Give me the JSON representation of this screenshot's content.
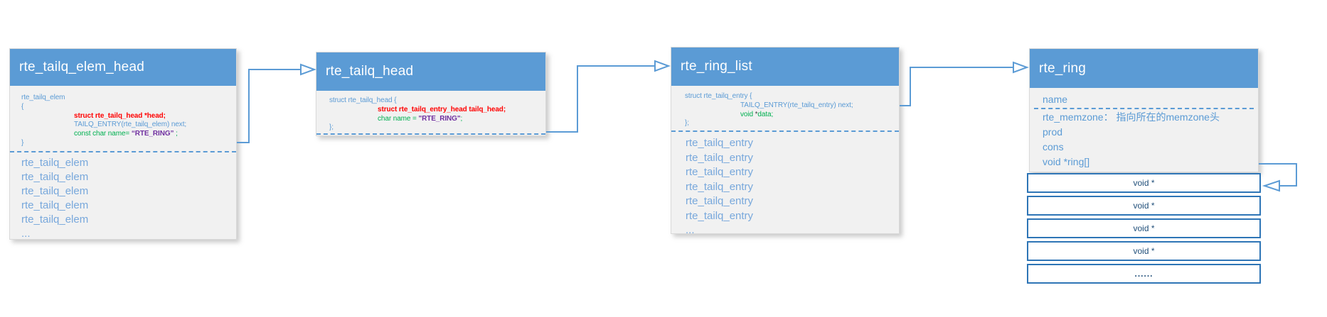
{
  "colors": {
    "header_blue": "#5b9bd5",
    "entry_text_blue": "#78a8dc",
    "body_grey": "#f1f1f1",
    "code_red": "#ff0000",
    "code_green": "#00b050",
    "code_purple": "#7030a0",
    "slot_border_blue": "#2e75b6",
    "slot_text_blue": "#1f4e79"
  },
  "box_elem_head": {
    "title": "rte_tailq_elem_head",
    "code": {
      "line1": "rte_tailq_elem",
      "line2": "{",
      "line3": "struct rte_tailq_head *head;",
      "line4": "TAILQ_ENTRY(rte_tailq_elem) next;",
      "line5_green": "const char name= ",
      "line5_purple": "“RTE_RING”",
      "line5_tail": " ;",
      "line6": "}"
    },
    "entries": [
      "rte_tailq_elem",
      "rte_tailq_elem",
      "rte_tailq_elem",
      "rte_tailq_elem",
      "rte_tailq_elem"
    ],
    "ellipsis": "..."
  },
  "box_tailq_head": {
    "title": "rte_tailq_head",
    "code": {
      "line1": "struct rte_tailq_head {",
      "line2": "struct rte_tailq_entry_head tailq_head;",
      "line3_green": "char name = ",
      "line3_purple": "\"RTE_RING\"",
      "line3_tail": ";",
      "line4": "};"
    }
  },
  "box_ring_list": {
    "title": "rte_ring_list",
    "code": {
      "line1": "struct rte_tailq_entry {",
      "line2": "TAILQ_ENTRY(rte_tailq_entry) next;",
      "line3_green": "void ",
      "line3_star": "*",
      "line3_rest": "data;",
      "line4": "};"
    },
    "entries": [
      "rte_tailq_entry",
      "rte_tailq_entry",
      "rte_tailq_entry",
      "rte_tailq_entry",
      "rte_tailq_entry",
      "rte_tailq_entry"
    ],
    "ellipsis": "..."
  },
  "box_ring": {
    "title": "rte_ring",
    "fields": {
      "name": "name",
      "memzone": "rte_memzone： 指向所在的memzone头",
      "prod": "prod",
      "cons": "cons",
      "ring": "void *ring[]"
    },
    "slots": [
      "void *",
      "void *",
      "void *",
      "void *",
      "......"
    ]
  }
}
